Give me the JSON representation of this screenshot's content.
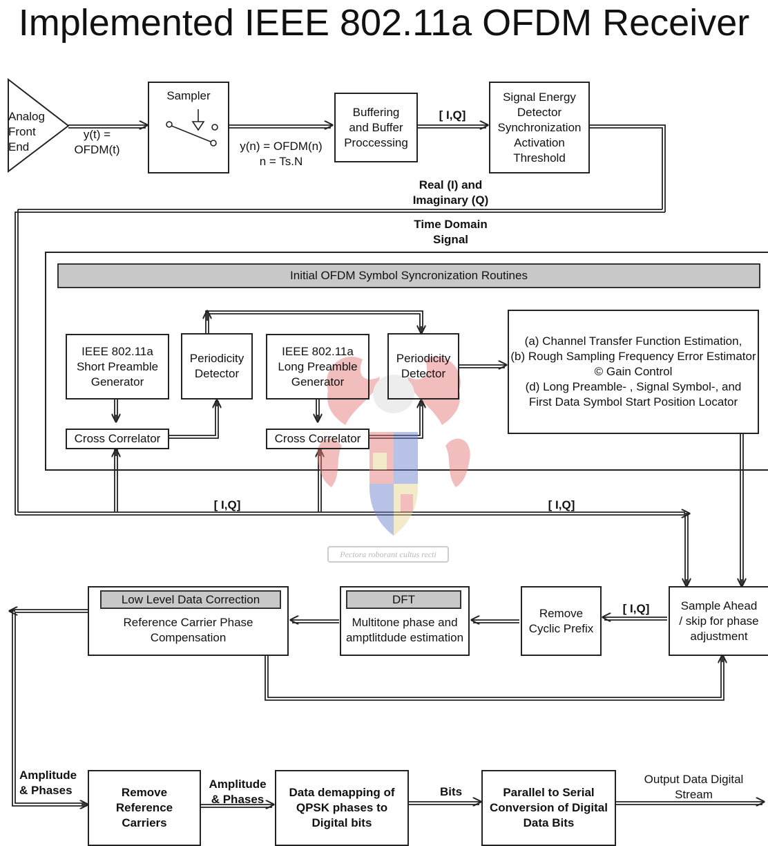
{
  "title": "Implemented IEEE 802.11a OFDM Receiver",
  "blocks": {
    "analog_front_end": "Analog\nFront\nEnd",
    "sampler": "Sampler",
    "buffering": "Buffering\nand Buffer\nProccessing",
    "signal_energy": "Signal Energy\nDetector\nSynchronization\nActivation\nThreshold",
    "sync_routines": "Initial OFDM Symbol Syncronization Routines",
    "short_preamble": "IEEE 802.11a\nShort Preamble\nGenerator",
    "periodicity_1": "Periodicity\nDetector",
    "long_preamble": "IEEE 802.11a\nLong Preamble\nGenerator",
    "periodicity_2": "Periodicity\nDetector",
    "cross_corr_1": "Cross Correlator",
    "cross_corr_2": "Cross Correlator",
    "estimation": "(a) Channel Transfer Function Estimation,\n(b) Rough Sampling Frequency Error Estimator\n© Gain Control\n(d) Long Preamble- , Signal Symbol-, and\nFirst Data Symbol Start Position Locator",
    "sample_ahead": "Sample Ahead\n/ skip for phase\nadjustment",
    "remove_cp": "Remove\nCyclic Prefix",
    "dft_header": "DFT",
    "dft_body": "Multitone phase and\namptlitdude estimation",
    "lldc_header": "Low Level Data Correction",
    "lldc_body": "Reference Carrier Phase\nCompensation",
    "remove_ref": "Remove\nReference\nCarriers",
    "demapping": "Data demapping of\nQPSK phases to\nDigital bits",
    "p2s": "Parallel to Serial\nConversion of Digital\nData Bits"
  },
  "labels": {
    "yt": "y(t) =\nOFDM(t)",
    "yn": "y(n) = OFDM(n)\nn = Ts.N",
    "iq_top": "[ I,Q]",
    "real_imag": "Real (I) and\nImaginary (Q)",
    "time_domain": "Time Domain\nSignal",
    "iq_left": "[ I,Q]",
    "iq_right": "[ I,Q]",
    "iq_rcp": "[ I,Q]",
    "amp_phase_1": "Amplitude\n& Phases",
    "amp_phase_2": "Amplitude\n& Phases",
    "bits": "Bits",
    "output": "Output Data Digital\nStream"
  },
  "watermark_motto": "Pectora roborant cultus recti",
  "colors": {
    "line": "#222222",
    "bar_fill": "#c8c8c8",
    "crest_red": "#d94a4a",
    "crest_blue": "#3a5ab0",
    "crest_gold": "#d9c070"
  }
}
